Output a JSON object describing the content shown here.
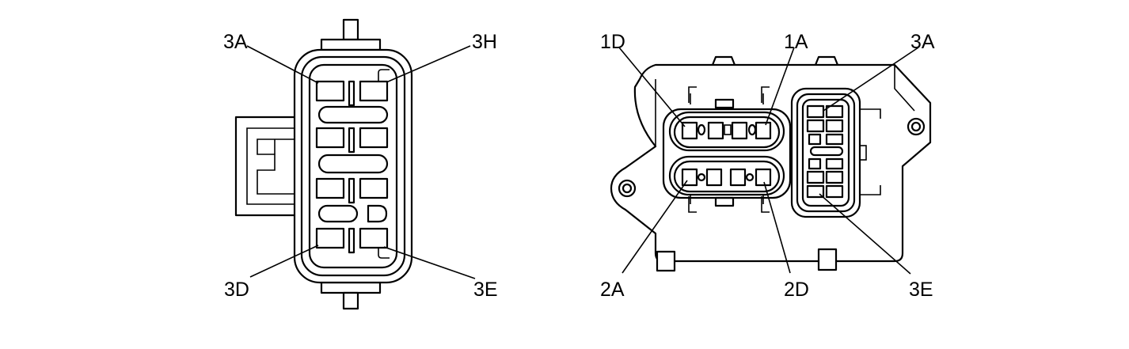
{
  "left_connector": {
    "labels": {
      "top_left": "3A",
      "top_right": "3H",
      "bottom_left": "3D",
      "bottom_right": "3E"
    }
  },
  "right_connector": {
    "labels": {
      "a": "1D",
      "b": "1A",
      "c": "3A",
      "d": "2A",
      "e": "2D",
      "f": "3E"
    }
  }
}
